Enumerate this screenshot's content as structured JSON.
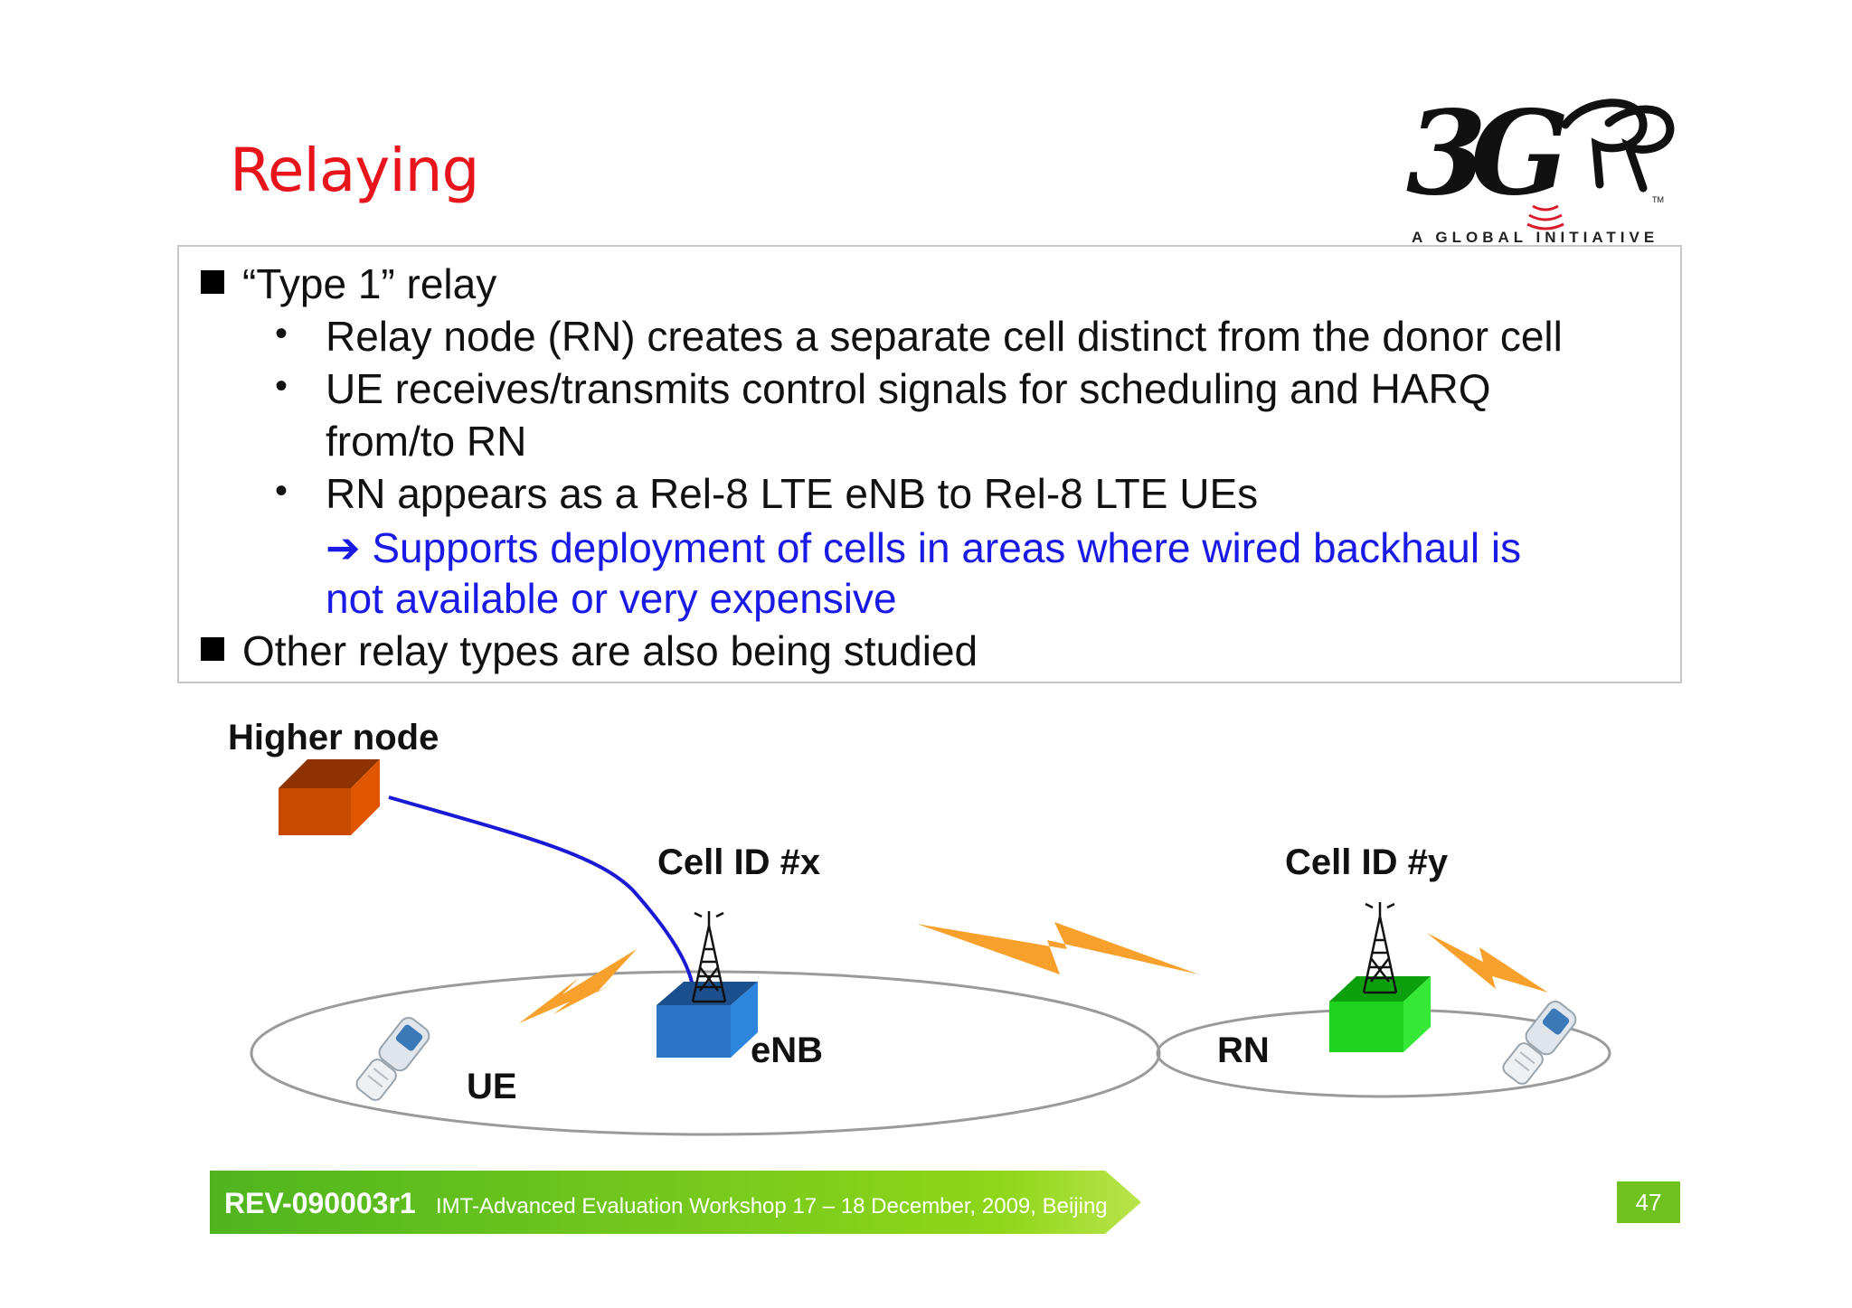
{
  "slide": {
    "title": "Relaying",
    "page_number": "47"
  },
  "logo": {
    "text": "3GPP",
    "tagline": "A GLOBAL INITIATIVE",
    "tm": "TM"
  },
  "bullets": {
    "b1": "“Type 1” relay",
    "b1_sub1": "Relay node (RN) creates a separate cell distinct from the donor cell",
    "b1_sub2_line1": "UE receives/transmits control signals for scheduling and HARQ",
    "b1_sub2_line2": "from/to RN",
    "b1_sub3": "RN appears as a Rel-8 LTE eNB to Rel-8 LTE UEs",
    "arrow": "➔",
    "conclusion_line1": "Supports deployment of cells in areas where wired backhaul is",
    "conclusion_line2": "not available or very expensive",
    "b2": "Other relay types are also being studied",
    "bullet_glyph": "•"
  },
  "diagram": {
    "higher_node": "Higher node",
    "cell_x": "Cell ID #x",
    "cell_y": "Cell ID #y",
    "enb": "eNB",
    "ue": "UE",
    "rn": "RN",
    "colors": {
      "higher_node": "#c84a00",
      "enb": "#2a74c8",
      "rn": "#1ed21e",
      "link": "#1a1ad6",
      "lightning": "#f7a02c"
    }
  },
  "footer": {
    "doc_id": "REV-090003r1",
    "event": "IMT-Advanced Evaluation Workshop 17 – 18 December, 2009, Beijing"
  }
}
